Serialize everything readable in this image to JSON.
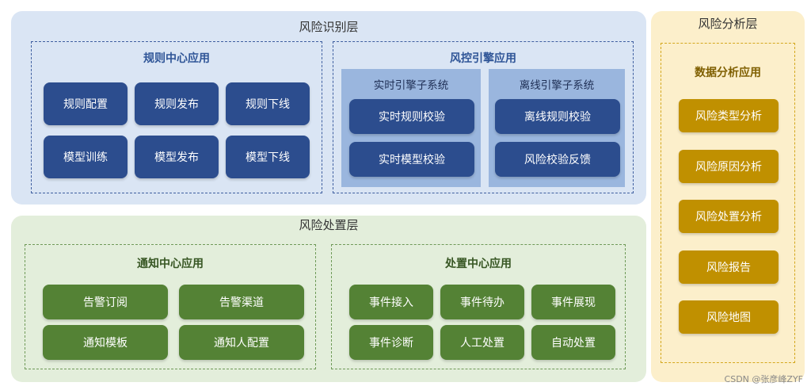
{
  "identification_layer": {
    "title": "风险识别层",
    "rule_center": {
      "title": "规则中心应用",
      "buttons": [
        "规则配置",
        "规则发布",
        "规则下线",
        "模型训练",
        "模型发布",
        "模型下线"
      ]
    },
    "risk_engine": {
      "title": "风控引擎应用",
      "realtime": {
        "title": "实时引擎子系统",
        "buttons": [
          "实时规则校验",
          "实时模型校验"
        ]
      },
      "offline": {
        "title": "离线引擎子系统",
        "buttons": [
          "离线规则校验",
          "风险校验反馈"
        ]
      }
    }
  },
  "disposal_layer": {
    "title": "风险处置层",
    "notify_center": {
      "title": "通知中心应用",
      "buttons": [
        "告警订阅",
        "告警渠道",
        "通知模板",
        "通知人配置"
      ]
    },
    "disposal_center": {
      "title": "处置中心应用",
      "buttons": [
        "事件接入",
        "事件待办",
        "事件展现",
        "事件诊断",
        "人工处置",
        "自动处置"
      ]
    }
  },
  "analysis_layer": {
    "title": "风险分析层",
    "data_analysis": {
      "title": "数据分析应用",
      "buttons": [
        "风险类型分析",
        "风险原因分析",
        "风险处置分析",
        "风险报告",
        "风险地图"
      ]
    }
  },
  "watermark": "CSDN @张彦峰ZYF",
  "colors": {
    "blue_panel": "#dae5f4",
    "blue_button": "#2c4d8e",
    "engine_column": "#9ab6de",
    "green_panel": "#e3eedb",
    "green_button": "#548235",
    "gold_panel": "#fcefcb",
    "gold_button": "#c09000",
    "blue_title": "#2f5597",
    "green_title": "#375623",
    "gold_title": "#7f5f00"
  }
}
